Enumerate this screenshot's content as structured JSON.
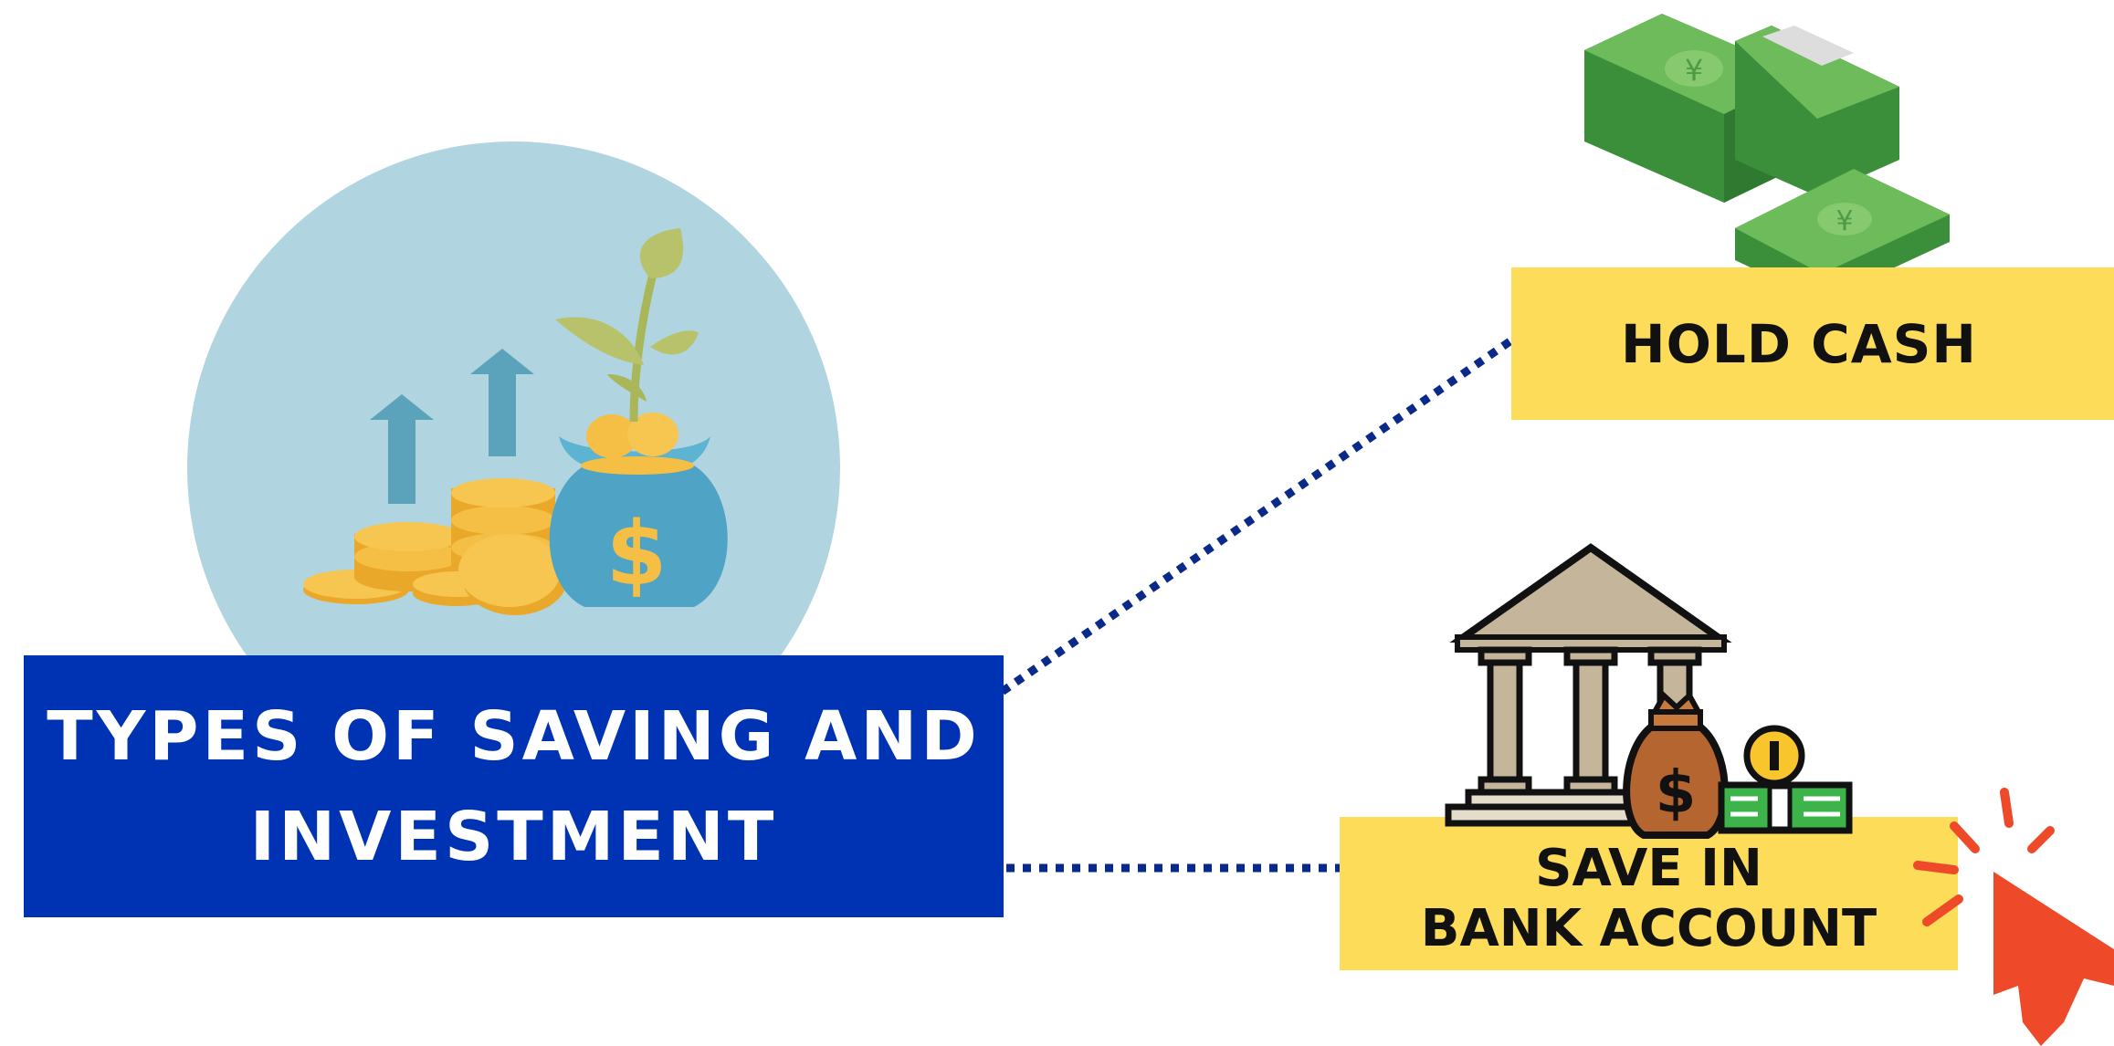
{
  "diagram": {
    "center": {
      "title": "TYPES OF SAVING AND\nINVESTMENT",
      "bg_color": "#0033b3",
      "circle_color": "#b0d4e0"
    },
    "options": [
      {
        "label": "HOLD CASH",
        "bg_color": "#fddc5a",
        "icon": "cash-stack-icon"
      },
      {
        "label": "SAVE IN\nBANK ACCOUNT",
        "bg_color": "#fddc5a",
        "icon": "bank-building-icon"
      }
    ],
    "connector_color": "#0a2a8a",
    "cursor_color": "#ee4a2a",
    "icons": [
      "growth-arrows-icon",
      "coin-stack-icon",
      "money-bag-icon",
      "plant-sprout-icon",
      "click-cursor-icon"
    ]
  }
}
